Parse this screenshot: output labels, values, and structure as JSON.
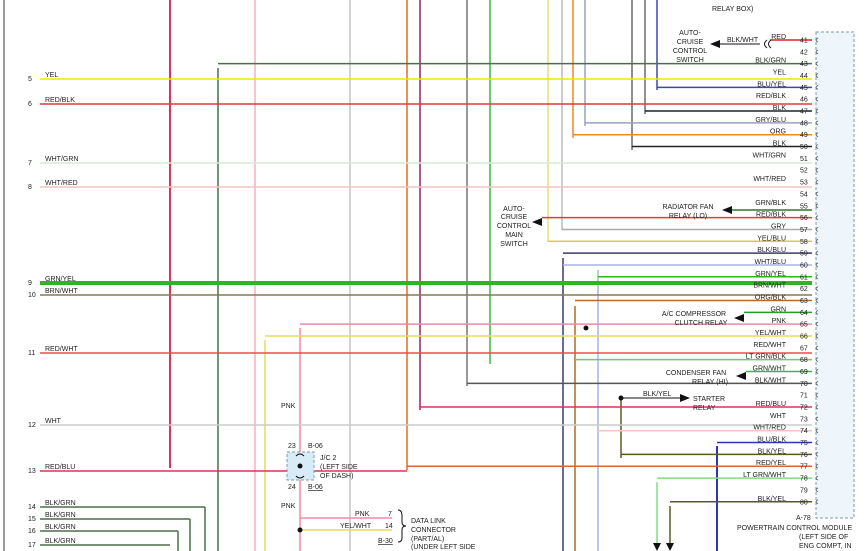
{
  "colors": {
    "YEL": "#f2e600",
    "RED/BLK": "#e03a3a",
    "WHT/GRN": "#d4ecd4",
    "WHT/RED": "#f2c4c4",
    "GRN/YEL": "#2fb51f",
    "BRN/WHT": "#8a7a4a",
    "RED/WHT": "#ef4b4b",
    "WHT": "#cccccc",
    "RED/BLU": "#d8345e",
    "BLK/GRN": "#4a6e4a",
    "PNK": "#f28aa6",
    "YEL/WHT": "#eadc5a",
    "BLK/WHT": "#555555",
    "BLK": "#222222",
    "BLU/YEL": "#3a4ab0",
    "GRY/BLU": "#9aa0c8",
    "ORG": "#f08a20",
    "GRY": "#aaaaaa",
    "YEL/BLU": "#d6d040",
    "BLK/BLU": "#3a3a70",
    "WHT/BLU": "#aab4e6",
    "GRN/WHT": "#3ab84a",
    "ORG/BLK": "#b86a20",
    "GRN": "#22a022",
    "LT GRN/BLK": "#6ec86e",
    "BLK/YEL": "#5a5a20",
    "BLU/BLK": "#2a36c0",
    "RED/YEL": "#e0603a",
    "LT GRN/WHT": "#7ee07e",
    "ORANGE": "#e86a1a",
    "RED": "#e02020"
  },
  "left_wires": [
    {
      "num": "5",
      "label": "YEL"
    },
    {
      "num": "6",
      "label": "RED/BLK"
    },
    {
      "num": "7",
      "label": "WHT/GRN"
    },
    {
      "num": "8",
      "label": "WHT/RED"
    },
    {
      "num": "9",
      "label": "GRN/YEL"
    },
    {
      "num": "10",
      "label": "BRN/WHT"
    },
    {
      "num": "11",
      "label": "RED/WHT"
    },
    {
      "num": "12",
      "label": "WHT"
    },
    {
      "num": "13",
      "label": "RED/BLU"
    },
    {
      "num": "14",
      "label": "BLK/GRN"
    },
    {
      "num": "15",
      "label": "BLK/GRN"
    },
    {
      "num": "16",
      "label": "BLK/GRN"
    },
    {
      "num": "17",
      "label": "BLK/GRN"
    }
  ],
  "pcm_pins": [
    {
      "pin": "41",
      "label": "RED"
    },
    {
      "pin": "42",
      "label": ""
    },
    {
      "pin": "43",
      "label": "BLK/GRN"
    },
    {
      "pin": "44",
      "label": "YEL"
    },
    {
      "pin": "45",
      "label": "BLU/YEL"
    },
    {
      "pin": "46",
      "label": "RED/BLK"
    },
    {
      "pin": "47",
      "label": "BLK"
    },
    {
      "pin": "48",
      "label": "GRY/BLU"
    },
    {
      "pin": "49",
      "label": "ORG"
    },
    {
      "pin": "50",
      "label": "BLK"
    },
    {
      "pin": "51",
      "label": "WHT/GRN"
    },
    {
      "pin": "52",
      "label": ""
    },
    {
      "pin": "53",
      "label": "WHT/RED"
    },
    {
      "pin": "54",
      "label": ""
    },
    {
      "pin": "55",
      "label": "GRN/BLK"
    },
    {
      "pin": "56",
      "label": "RED/BLK"
    },
    {
      "pin": "57",
      "label": "GRY"
    },
    {
      "pin": "58",
      "label": "YEL/BLU"
    },
    {
      "pin": "59",
      "label": "BLK/BLU"
    },
    {
      "pin": "60",
      "label": "WHT/BLU"
    },
    {
      "pin": "61",
      "label": "GRN/YEL"
    },
    {
      "pin": "62",
      "label": "BRN/WHT"
    },
    {
      "pin": "63",
      "label": "ORG/BLK"
    },
    {
      "pin": "64",
      "label": "GRN"
    },
    {
      "pin": "65",
      "label": "PNK"
    },
    {
      "pin": "66",
      "label": "YEL/WHT"
    },
    {
      "pin": "67",
      "label": "RED/WHT"
    },
    {
      "pin": "68",
      "label": "LT GRN/BLK"
    },
    {
      "pin": "69",
      "label": "GRN/WHT"
    },
    {
      "pin": "70",
      "label": "BLK/WHT"
    },
    {
      "pin": "71",
      "label": ""
    },
    {
      "pin": "72",
      "label": "RED/BLU"
    },
    {
      "pin": "73",
      "label": "WHT"
    },
    {
      "pin": "74",
      "label": "WHT/RED"
    },
    {
      "pin": "75",
      "label": "BLU/BLK"
    },
    {
      "pin": "76",
      "label": "BLK/YEL"
    },
    {
      "pin": "77",
      "label": "RED/YEL"
    },
    {
      "pin": "78",
      "label": "LT GRN/WHT"
    },
    {
      "pin": "79",
      "label": ""
    },
    {
      "pin": "80",
      "label": "BLK/YEL"
    }
  ],
  "components": {
    "relay_box_top": "RELAY BOX)",
    "auto_cruise_switch": [
      "AUTO-",
      "CRUISE",
      "CONTROL",
      "SWITCH"
    ],
    "auto_cruise_switch_wire": "BLK/WHT",
    "auto_cruise_main": [
      "AUTO-",
      "CRUISE",
      "CONTROL",
      "MAIN",
      "SWITCH"
    ],
    "radiator_fan_relay": [
      "RADIATOR FAN",
      "RELAY (LO)"
    ],
    "ac_compressor_relay": [
      "A/C COMPRESSOR",
      "CLUTCH RELAY"
    ],
    "condenser_fan_relay": [
      "CONDENSER FAN",
      "RELAY (HI)"
    ],
    "starter_relay": [
      "STARTER",
      "RELAY"
    ],
    "starter_wire": "BLK/YEL",
    "jc2_label": [
      "J/C 2",
      "(LEFT SIDE",
      "OF DASH)"
    ],
    "jc2_pin_top": "23",
    "jc2_pin_bottom": "24",
    "jc2_ref_top": "B-06",
    "jc2_ref_bottom": "B-06",
    "pnk_upper": "PNK",
    "pnk_lower": "PNK",
    "dlc_wire_1": "PNK",
    "dlc_wire_2": "YEL/WHT",
    "dlc_pin_1": "7",
    "dlc_pin_2": "14",
    "dlc_ref": "B-30",
    "dlc_label": [
      "DATA LINK",
      "CONNECTOR",
      "(PART/AL)",
      "(UNDER LEFT SIDE"
    ],
    "pcm_ref": "A-78",
    "pcm_label": [
      "POWERTRAIN CONTROL MODULE",
      "(LEFT SIDE OF",
      "ENG COMPT, IN"
    ]
  }
}
